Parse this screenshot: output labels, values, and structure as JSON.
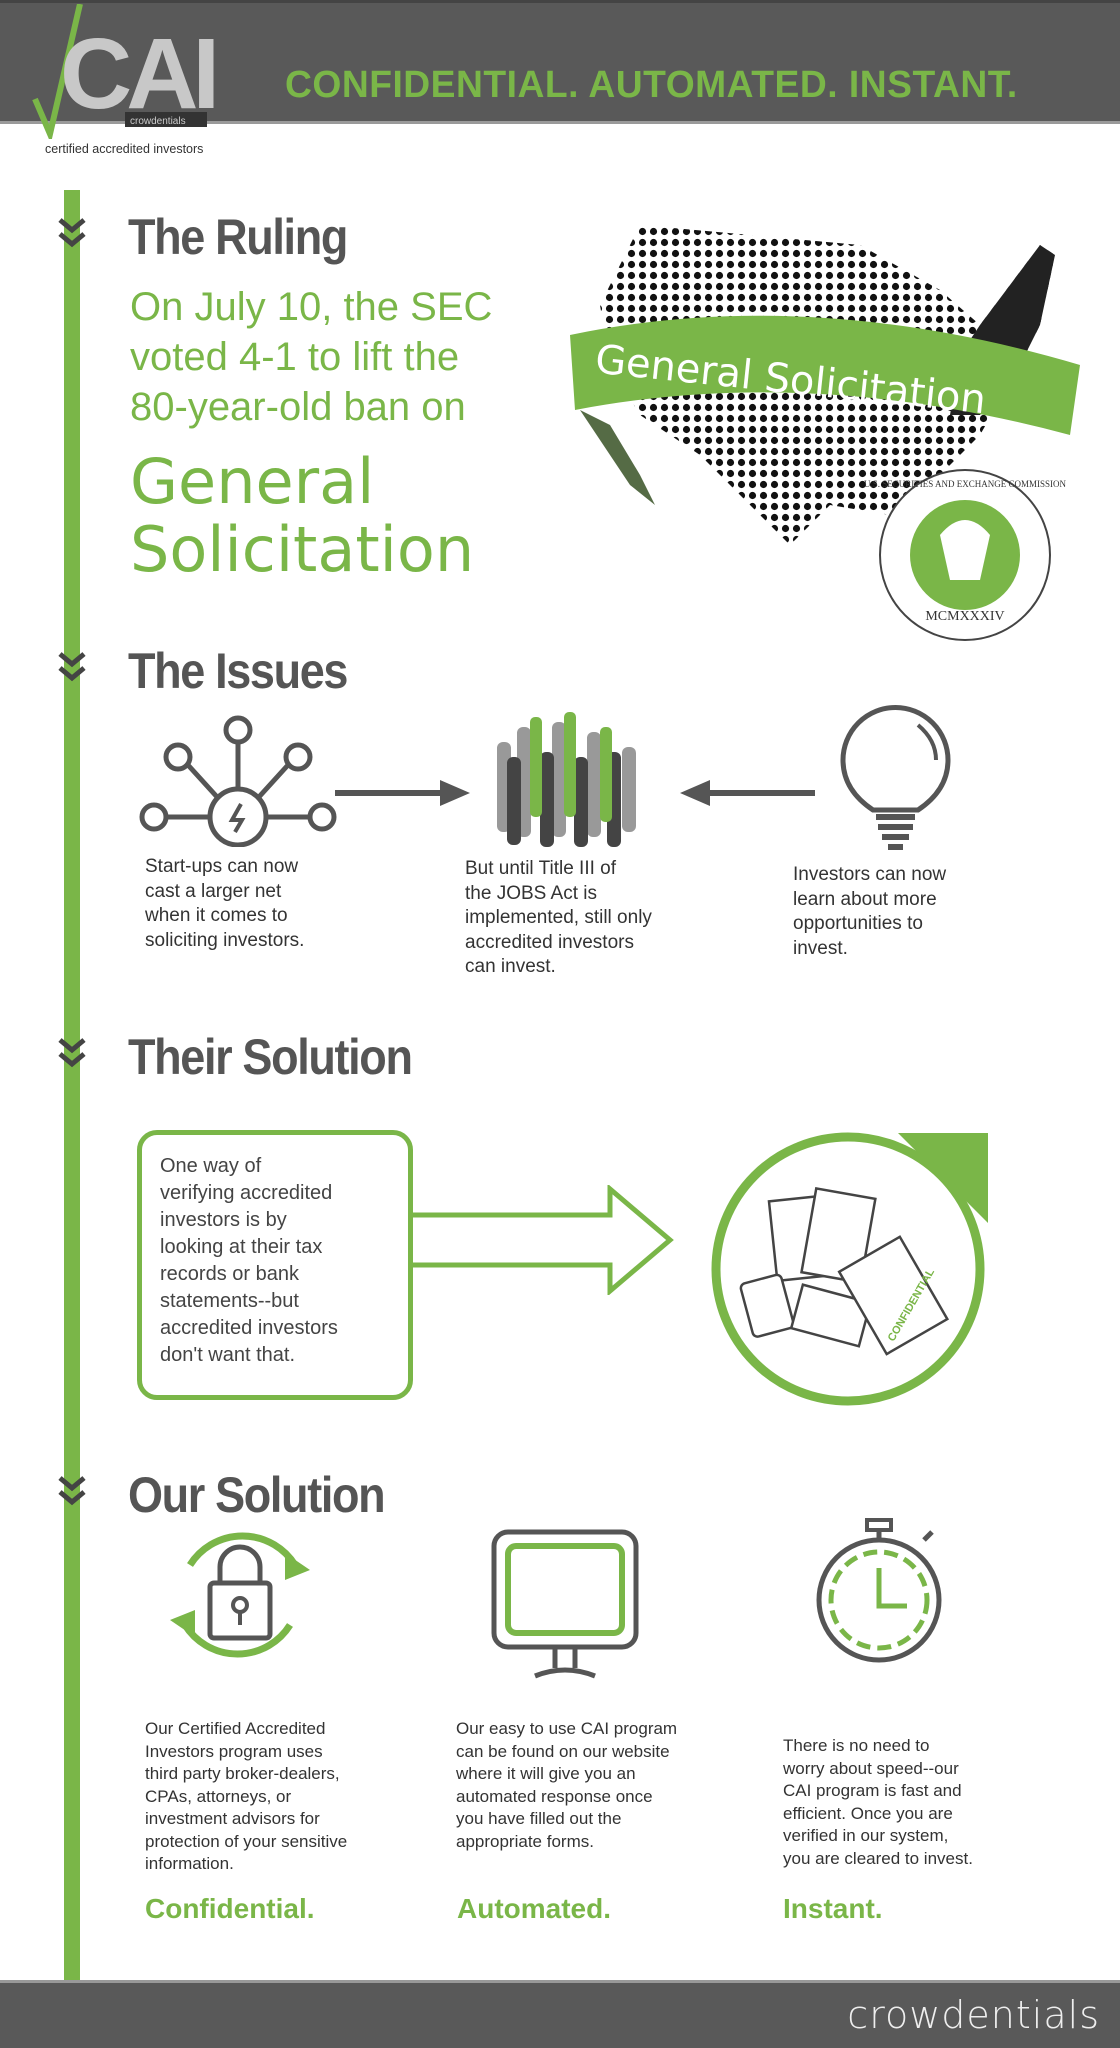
{
  "header": {
    "tagline": "CONFIDENTIAL. AUTOMATED. INSTANT.",
    "logo_text": "CAI",
    "logo_badge": "crowdentials",
    "logo_subtitle": "certified accredited investors"
  },
  "ruling": {
    "heading": "The Ruling",
    "lines": [
      "On July 10, the SEC",
      "voted 4-1 to lift the",
      "80-year-old ban on"
    ],
    "emphasis": [
      "General",
      "Solicitation"
    ],
    "banner_text": "General Solicitation",
    "seal_text": "U.S. SECURITIES AND EXCHANGE COMMISSION",
    "seal_year": "MCMXXXIV"
  },
  "issues": {
    "heading": "The Issues",
    "items": [
      {
        "icon": "network-icon",
        "text": [
          "Start-ups can now",
          "cast a larger net",
          "when it comes to",
          "soliciting investors."
        ]
      },
      {
        "icon": "crowd-icon",
        "text": [
          "But until Title III of",
          "the JOBS Act is",
          "implemented, still only",
          "accredited investors",
          "can invest."
        ]
      },
      {
        "icon": "lightbulb-icon",
        "text": [
          "Investors can now",
          "learn about more",
          "opportunities to",
          "invest."
        ]
      }
    ]
  },
  "their_solution": {
    "heading": "Their Solution",
    "text": [
      "One way of",
      "verifying accredited",
      "investors is by",
      "looking at their tax",
      "records or bank",
      "statements--but",
      "accredited investors",
      "don't want that."
    ],
    "doc_label": "CONFIDENTIAL"
  },
  "our_solution": {
    "heading": "Our Solution",
    "items": [
      {
        "icon": "lock-icon",
        "text": [
          "Our Certified Accredited",
          "Investors program uses",
          "third party broker-dealers,",
          "CPAs, attorneys, or",
          "investment advisors for",
          "protection of your sensitive",
          "information."
        ],
        "label": "Confidential."
      },
      {
        "icon": "monitor-icon",
        "text": [
          "Our easy to use CAI program",
          "can be found on our website",
          "where it will give you an",
          "automated response once",
          "you have filled out the",
          "appropriate forms."
        ],
        "label": "Automated."
      },
      {
        "icon": "stopwatch-icon",
        "text": [
          "There is no need to",
          "worry about speed--our",
          "CAI program is fast and",
          "efficient. Once you are",
          "verified in our system,",
          "you are cleared to invest."
        ],
        "label": "Instant."
      }
    ]
  },
  "footer": {
    "brand": "crowdentials"
  },
  "colors": {
    "green": "#7ab648",
    "dark": "#595959",
    "heading": "#555555"
  }
}
